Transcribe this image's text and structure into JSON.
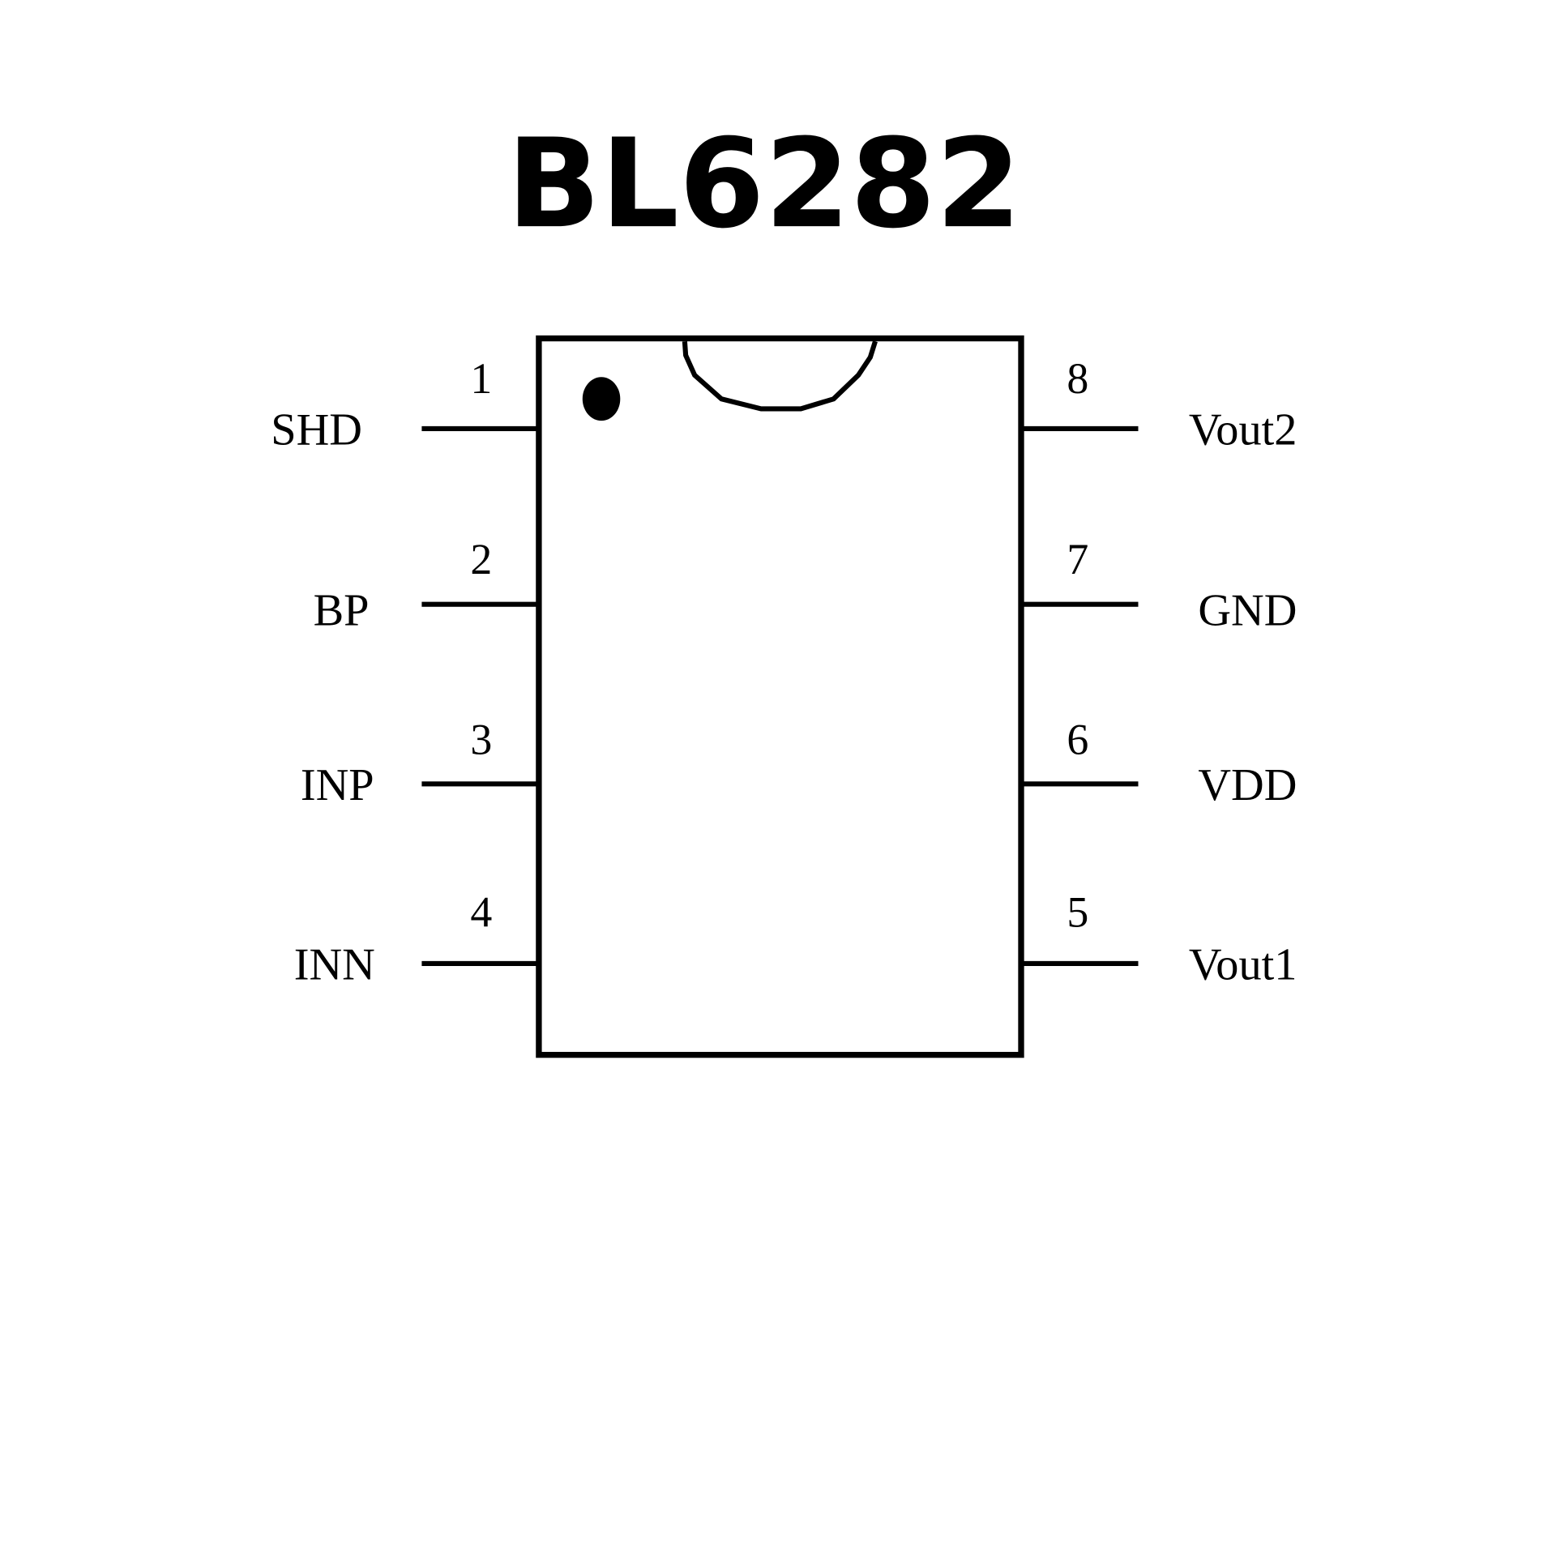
{
  "title": "BL6282",
  "pins": {
    "p1": {
      "number": "1",
      "label": "SHD"
    },
    "p2": {
      "number": "2",
      "label": "BP"
    },
    "p3": {
      "number": "3",
      "label": "INP"
    },
    "p4": {
      "number": "4",
      "label": "INN"
    },
    "p5": {
      "number": "5",
      "label": "Vout1"
    },
    "p6": {
      "number": "6",
      "label": "VDD"
    },
    "p7": {
      "number": "7",
      "label": "GND"
    },
    "p8": {
      "number": "8",
      "label": "Vout2"
    }
  }
}
